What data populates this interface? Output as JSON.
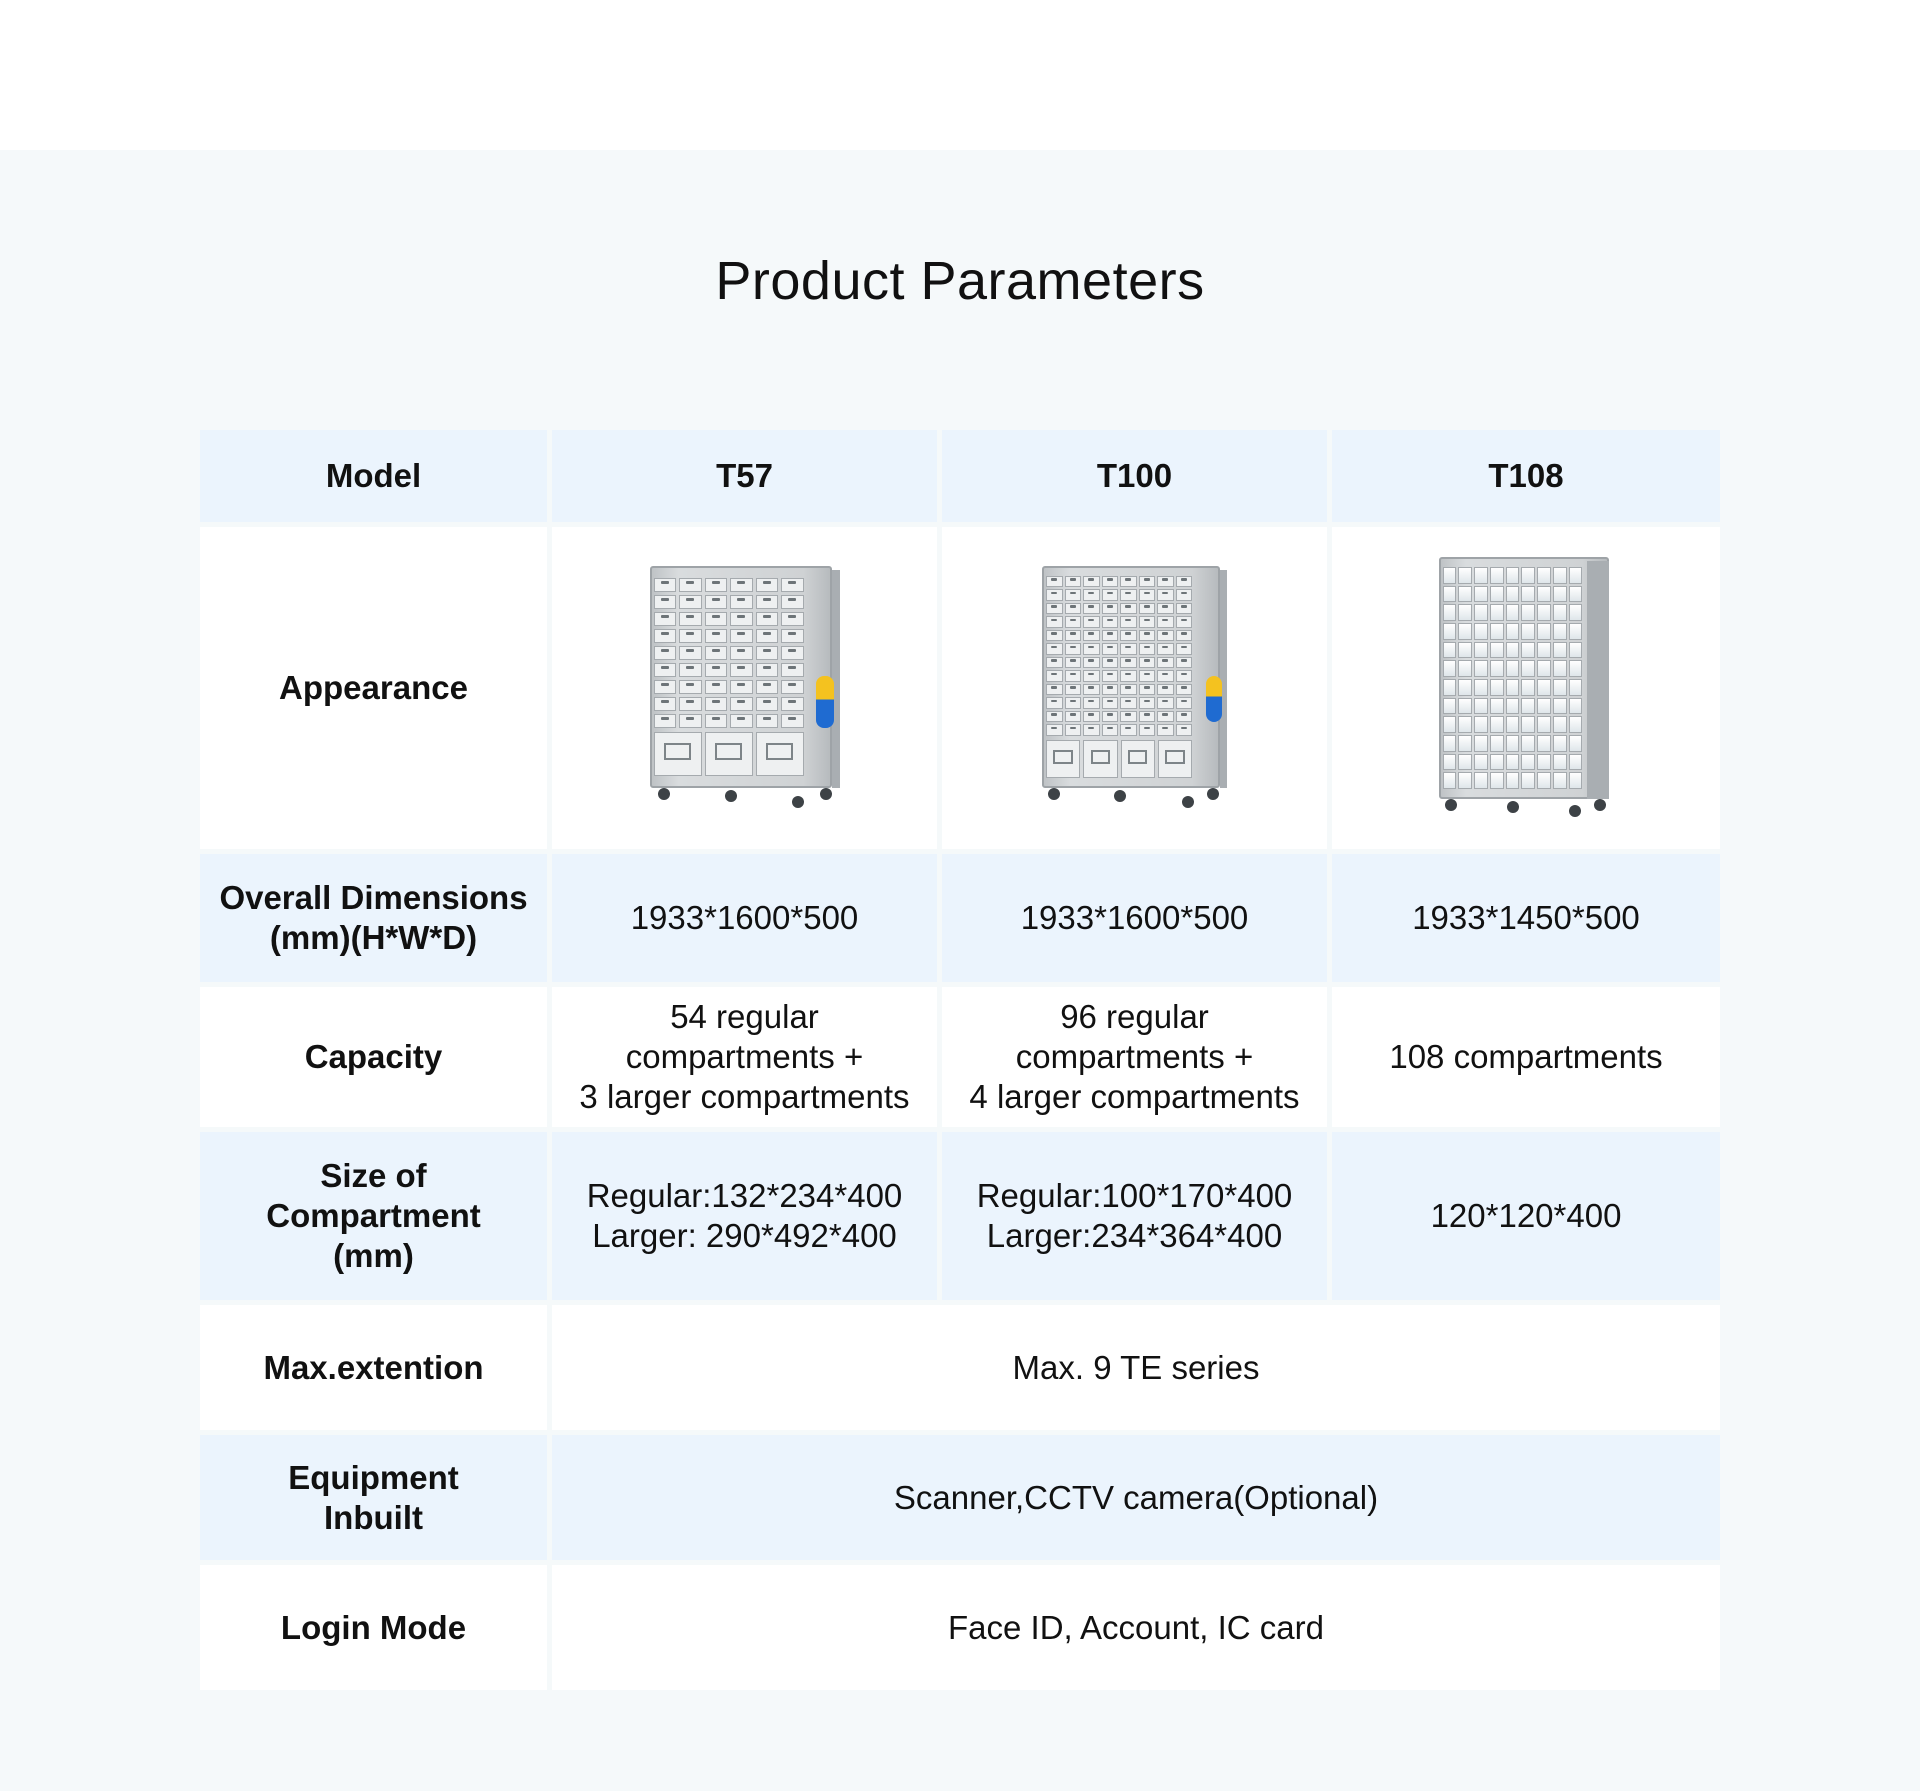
{
  "title": "Product Parameters",
  "header": {
    "label": "Model",
    "models": [
      "T57",
      "T100",
      "T108"
    ]
  },
  "rows": {
    "appearance": {
      "label": "Appearance"
    },
    "dimensions": {
      "label": "Overall Dimensions\n(mm)(H*W*D)",
      "values": [
        "1933*1600*500",
        "1933*1600*500",
        "1933*1450*500"
      ]
    },
    "capacity": {
      "label": "Capacity",
      "values": [
        "54 regular\ncompartments +\n3 larger compartments",
        "96 regular\ncompartments +\n4 larger compartments",
        "108 compartments"
      ]
    },
    "compartment_size": {
      "label": "Size of\nCompartment\n(mm)",
      "values": [
        "Regular:132*234*400\nLarger: 290*492*400",
        "Regular:100*170*400\nLarger:234*364*400",
        "120*120*400"
      ]
    },
    "max_extension": {
      "label": "Max.extention",
      "value": "Max. 9 TE series"
    },
    "equipment": {
      "label": "Equipment\nInbuilt",
      "value": "Scanner,CCTV camera(Optional)"
    },
    "login": {
      "label": "Login Mode",
      "value": "Face ID, Account, IC card"
    }
  }
}
